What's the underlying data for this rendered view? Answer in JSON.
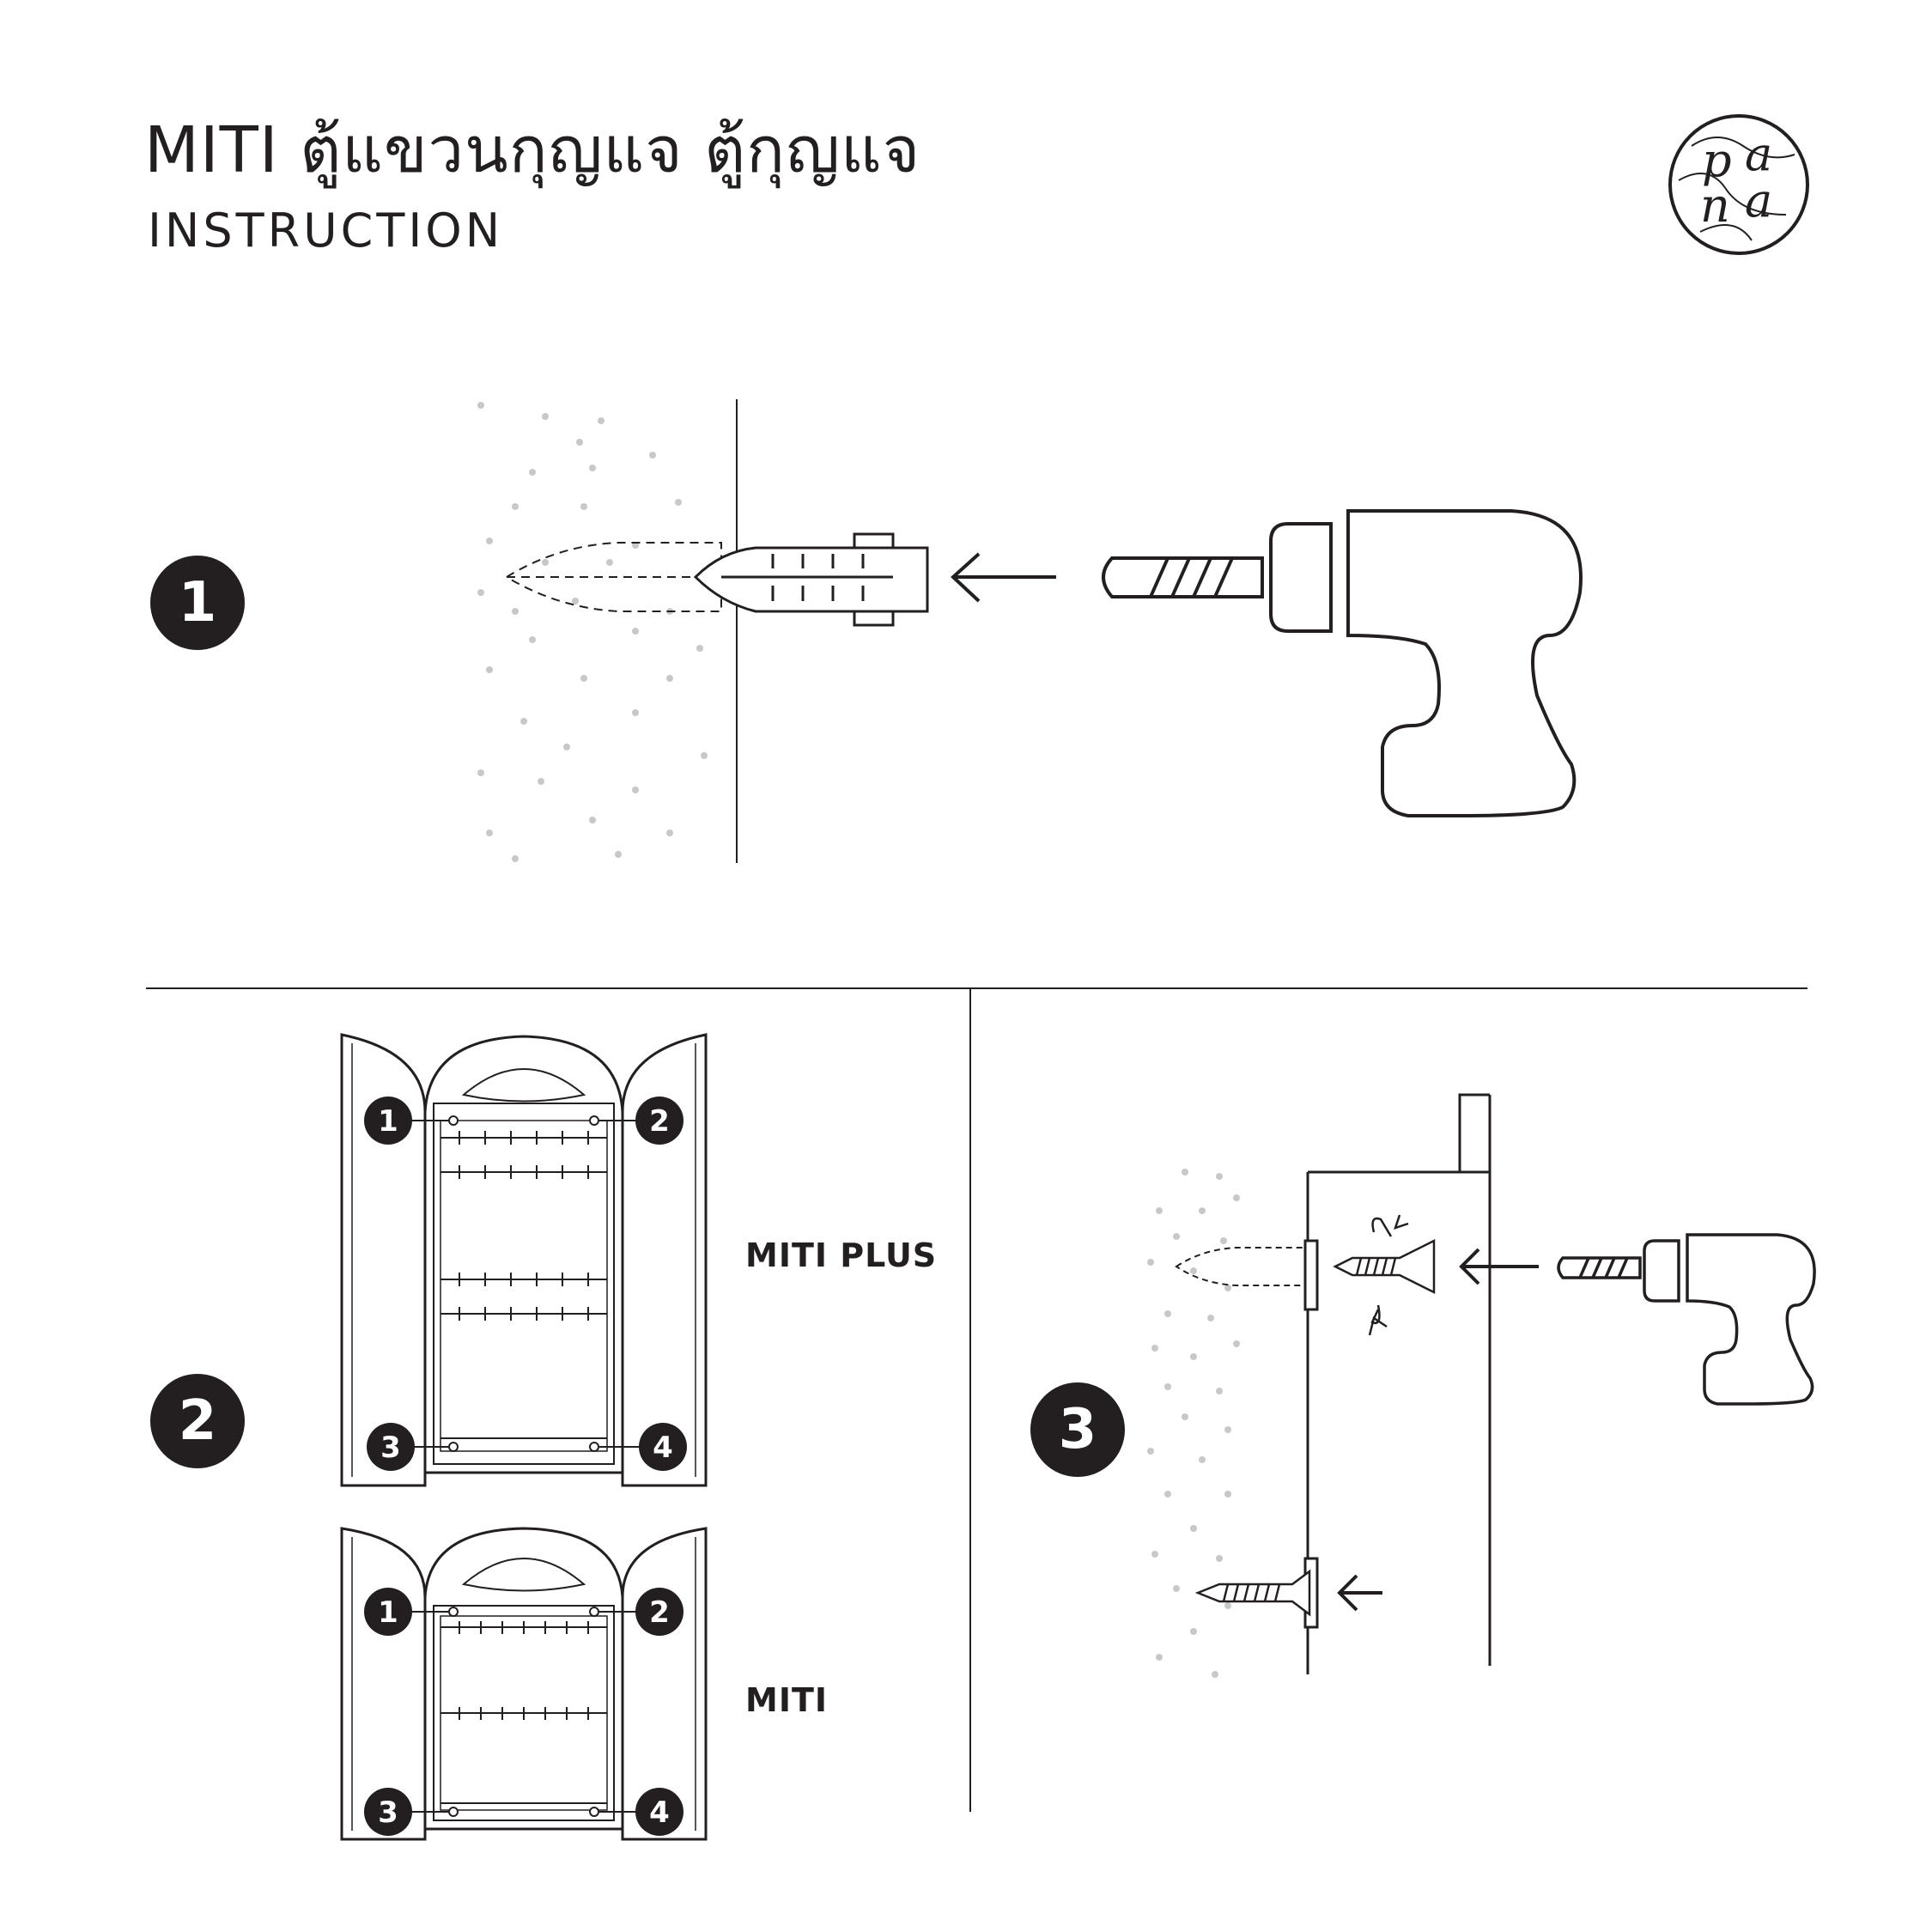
{
  "header": {
    "title": "MITI ตู้แขวนกุญแจ ตู้กุญแจ",
    "subtitle": "INSTRUCTION",
    "logo_letters": [
      "p",
      "a",
      "n",
      "a"
    ]
  },
  "steps": [
    {
      "number": "1"
    },
    {
      "number": "2",
      "models": [
        {
          "label": "MITI PLUS",
          "points": [
            "1",
            "2",
            "3",
            "4"
          ]
        },
        {
          "label": "MITI",
          "points": [
            "1",
            "2",
            "3",
            "4"
          ]
        }
      ]
    },
    {
      "number": "3"
    }
  ],
  "colors": {
    "ink": "#231f20",
    "dots": "#c8c8c8",
    "paper": "#ffffff"
  }
}
